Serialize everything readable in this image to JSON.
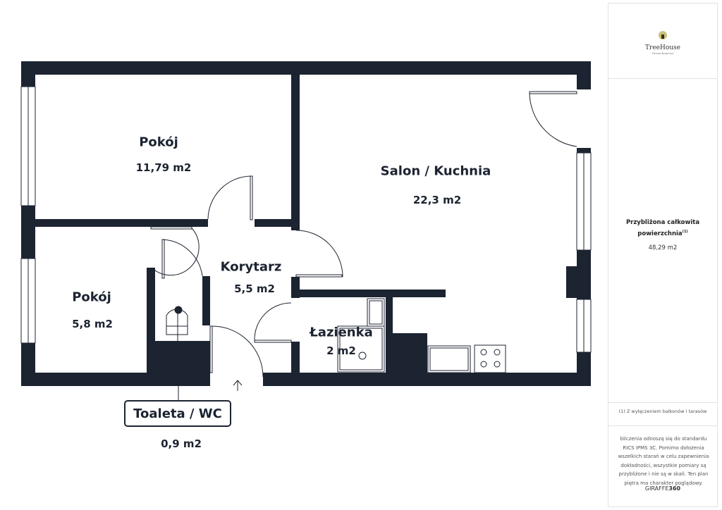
{
  "logo": {
    "name": "TreeHouse",
    "tagline": "Nieruchomości"
  },
  "rooms": [
    {
      "name": "Pokój",
      "area": "11,79 m2"
    },
    {
      "name": "Salon / Kuchnia",
      "area": "22,3 m2"
    },
    {
      "name": "Korytarz",
      "area": "5,5 m2"
    },
    {
      "name": "Pokój",
      "area": "5,8 m2"
    },
    {
      "name": "Łazienka",
      "area": "2 m2"
    },
    {
      "name": "Toaleta / WC",
      "area": "0,9 m2"
    }
  ],
  "summary": {
    "label_line1": "Przybliżona całkowita",
    "label_line2": "powierzchnia",
    "footnote_mark": "(1)",
    "value": "48,29 m2"
  },
  "footnote": "(1) Z wyłączeniem balkonów i tarasów",
  "disclaimer": "bliczenia odnoszą się do standardu RICS IPMS 3C. Pomimo dołożenia wszelkich starań w celu zapewnienia dokładności, wszystkie pomiary są przybliżone i nie są w skali. Ten plan piętra ma charakter poglądowy.",
  "brand": {
    "part1": "GIRAFFE",
    "part2": "360"
  },
  "colors": {
    "wall": "#1c2331",
    "panel_border": "#e2e2e2"
  }
}
